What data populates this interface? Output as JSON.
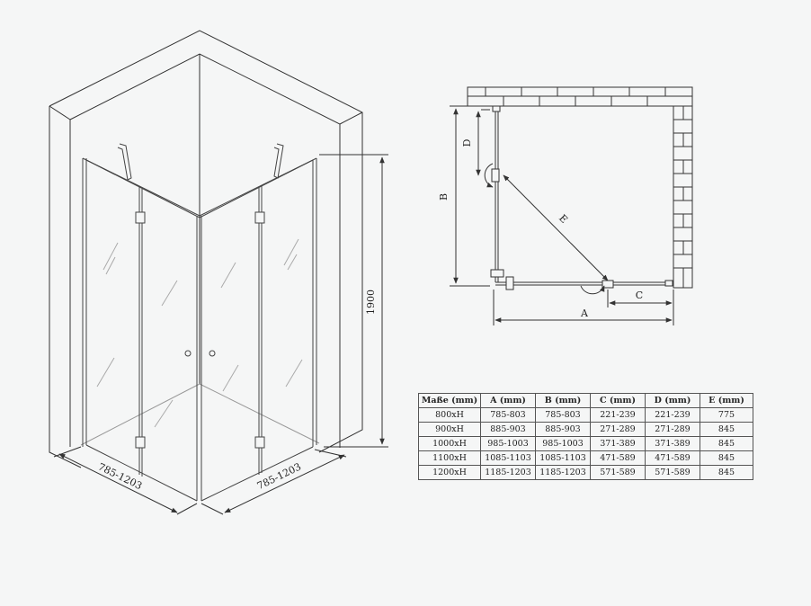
{
  "iso": {
    "height_label": "1900",
    "width_left_label": "785-1203",
    "width_right_label": "785-1203"
  },
  "plan": {
    "label_a": "A",
    "label_b": "B",
    "label_c": "C",
    "label_d": "D",
    "label_e": "E"
  },
  "table": {
    "headers": [
      "Maße (mm)",
      "A (mm)",
      "B (mm)",
      "C (mm)",
      "D (mm)",
      "E (mm)"
    ],
    "rows": [
      [
        "800xH",
        "785-803",
        "785-803",
        "221-239",
        "221-239",
        "775"
      ],
      [
        "900xH",
        "885-903",
        "885-903",
        "271-289",
        "271-289",
        "845"
      ],
      [
        "1000xH",
        "985-1003",
        "985-1003",
        "371-389",
        "371-389",
        "845"
      ],
      [
        "1100xH",
        "1085-1103",
        "1085-1103",
        "471-589",
        "471-589",
        "845"
      ],
      [
        "1200xH",
        "1185-1203",
        "1185-1203",
        "571-589",
        "571-589",
        "845"
      ]
    ]
  },
  "colors": {
    "line": "#333333",
    "wall_fill": "#eeeeee",
    "background": "#f5f6f6"
  }
}
